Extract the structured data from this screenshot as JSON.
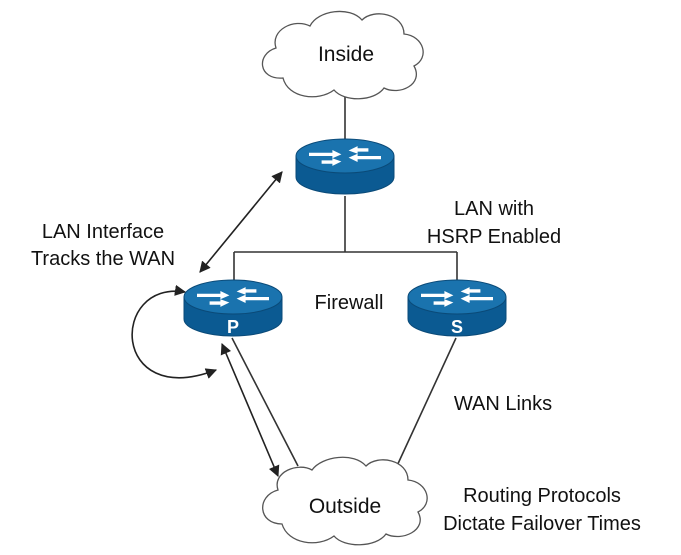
{
  "colors": {
    "router_top": "#1a73ae",
    "router_side": "#0b5a92",
    "router_outline": "#0a4a78",
    "line": "#333333",
    "cloud_stroke": "#555555"
  },
  "clouds": {
    "inside": "Inside",
    "outside": "Outside"
  },
  "routers": {
    "primary_label": "P",
    "secondary_label": "S"
  },
  "labels": {
    "lan_interface_1": "LAN Interface",
    "lan_interface_2": "Tracks the WAN",
    "lan_hsrp_1": "LAN with",
    "lan_hsrp_2": "HSRP Enabled",
    "firewall": "Firewall",
    "wan_links": "WAN Links",
    "routing_1": "Routing Protocols",
    "routing_2": "Dictate Failover Times"
  },
  "icons": [
    "cloud-icon",
    "router-icon",
    "arrow-icon"
  ]
}
